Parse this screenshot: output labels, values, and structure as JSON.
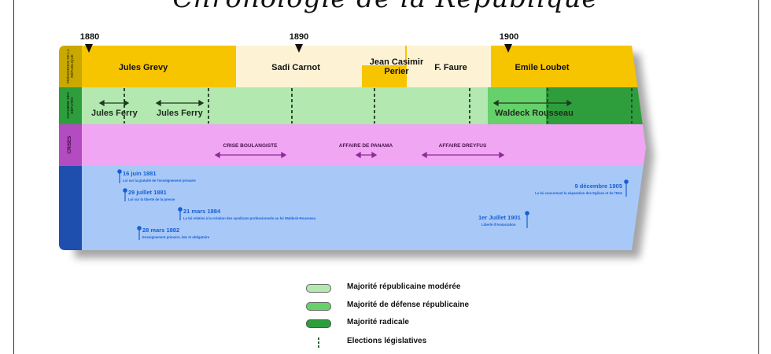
{
  "title": "Chronologie de la République",
  "years": [
    {
      "label": "1880"
    },
    {
      "label": "1890"
    },
    {
      "label": "1900"
    }
  ],
  "row_labels": {
    "presidence": "PRÉSIDENCE DE LA RÉPUBLIQUE",
    "chambre": "CHAMBRE DES DÉPUTÉS",
    "crises": "CRISES"
  },
  "presidents": [
    {
      "name": "Jules Grevy"
    },
    {
      "name": "Sadi Carnot"
    },
    {
      "name": "Jean Casimir Perier"
    },
    {
      "name": "F. Faure"
    },
    {
      "name": "Emile Loubet"
    }
  ],
  "deputies": [
    {
      "name": "Jules Ferry"
    },
    {
      "name": "Jules Ferry"
    },
    {
      "name": "Waldeck Rousseau"
    }
  ],
  "crises": [
    {
      "name": "CRISE BOULANGISTE"
    },
    {
      "name": "AFFAIRE DE PANAMA"
    },
    {
      "name": "AFFAIRE DREYFUS"
    }
  ],
  "laws": [
    {
      "date": "16 juin 1881",
      "desc": "Loi sur la gratuité de l'enseignement primaire"
    },
    {
      "date": "29 juillet 1881",
      "desc": "Loi sur la liberté de la presse"
    },
    {
      "date": "21 mars 1884",
      "desc": "La loi relative à la création des syndicats professionnels ou loi Waldeck-Rousseau"
    },
    {
      "date": "28 mars 1882",
      "desc": "Enseignement primaire, laïc et obligatoire"
    },
    {
      "date": "1er Juillet 1901",
      "desc": "Liberté d'Association"
    },
    {
      "date": "9 décembre 1905",
      "desc": "La loi concernant la séparation des Eglises et de l'Etat"
    }
  ],
  "legend": [
    {
      "label": "Majorité républicaine modérée",
      "color": "#b3e8b0"
    },
    {
      "label": "Majorité de défense républicaine",
      "color": "#66d06a"
    },
    {
      "label": "Majorité radicale",
      "color": "#2e9e3c"
    },
    {
      "label": "Elections législatives",
      "color": "#2e6b34"
    }
  ],
  "colors": {
    "president_a": "#f7c400",
    "president_b": "#fdf3d4",
    "chambre": "#b3e8b0",
    "crises": "#f0a6f2",
    "lois": "#a8c8f8",
    "side_presidence": "#c9a800",
    "side_chambre": "#2e9e3c",
    "side_crises": "#b34cc0",
    "side_lois": "#1e4fae"
  }
}
